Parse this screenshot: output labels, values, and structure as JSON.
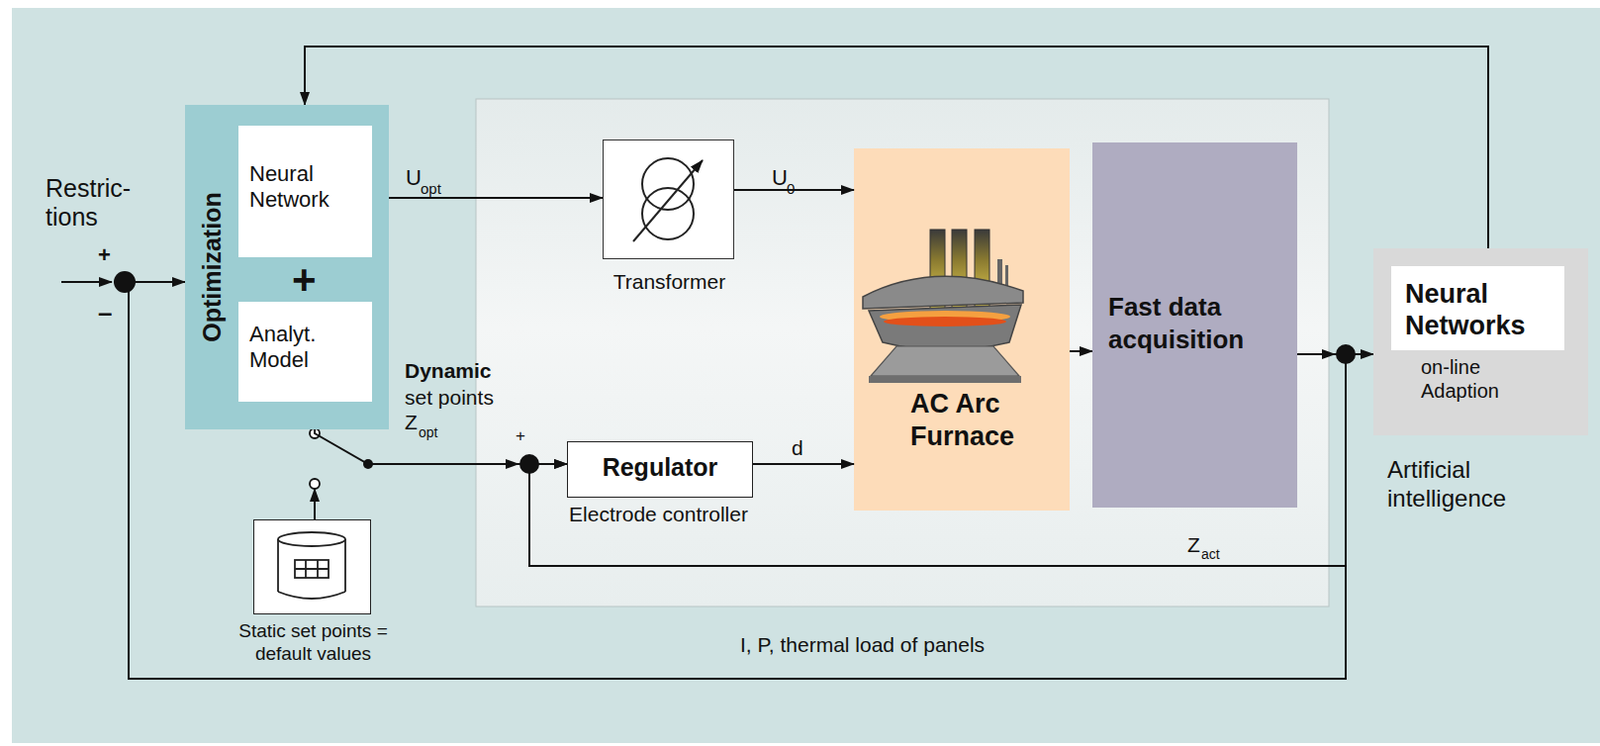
{
  "diagram": {
    "nodes": [
      {
        "text": [
          "Optimization"
        ]
      },
      {
        "text": [
          "Neural Network"
        ],
        "in": 0
      },
      {
        "text": [
          "Analyt. Model"
        ],
        "in": 0
      },
      {
        "text": [
          "Transformer"
        ]
      },
      {
        "text": [
          "AC Arc Furnace"
        ]
      },
      {
        "text": [
          "Fast data acquisition"
        ]
      },
      {
        "text": [
          "Regulator",
          "Electrode controller"
        ]
      },
      {
        "text": [
          "Static set points = default values"
        ]
      },
      {
        "text": [
          "on-line Adaption",
          "Artificial intelligence"
        ]
      },
      {
        "text": [
          "Neural Networks"
        ],
        "in": 8
      }
    ],
    "edges": [
      {
        "from": 1,
        "to": 3,
        "arrow": "to"
      },
      {
        "from": 3,
        "to": 4,
        "arrow": "to"
      },
      {
        "from": 6,
        "to": 4,
        "label": "d",
        "arrow": "to"
      },
      {
        "from": 4,
        "to": 5,
        "arrow": "to"
      },
      {
        "from": 5,
        "to": 8,
        "arrow": "to"
      },
      {
        "from": 8,
        "to": 0,
        "arrow": "to"
      },
      {
        "from": 2,
        "to": 6,
        "arrow": "to"
      },
      {
        "from": 5,
        "to": 6,
        "arrow": "to"
      },
      {
        "from": 5,
        "to": 0,
        "arrow": "to"
      }
    ],
    "labels": [
      "Restric- tions",
      "+",
      "–",
      "+",
      "U",
      "opt",
      "U",
      "0",
      "Dynamic",
      "set points",
      "Z",
      "opt",
      "+",
      "Z",
      "act",
      "I, P, thermal load of panels"
    ]
  }
}
